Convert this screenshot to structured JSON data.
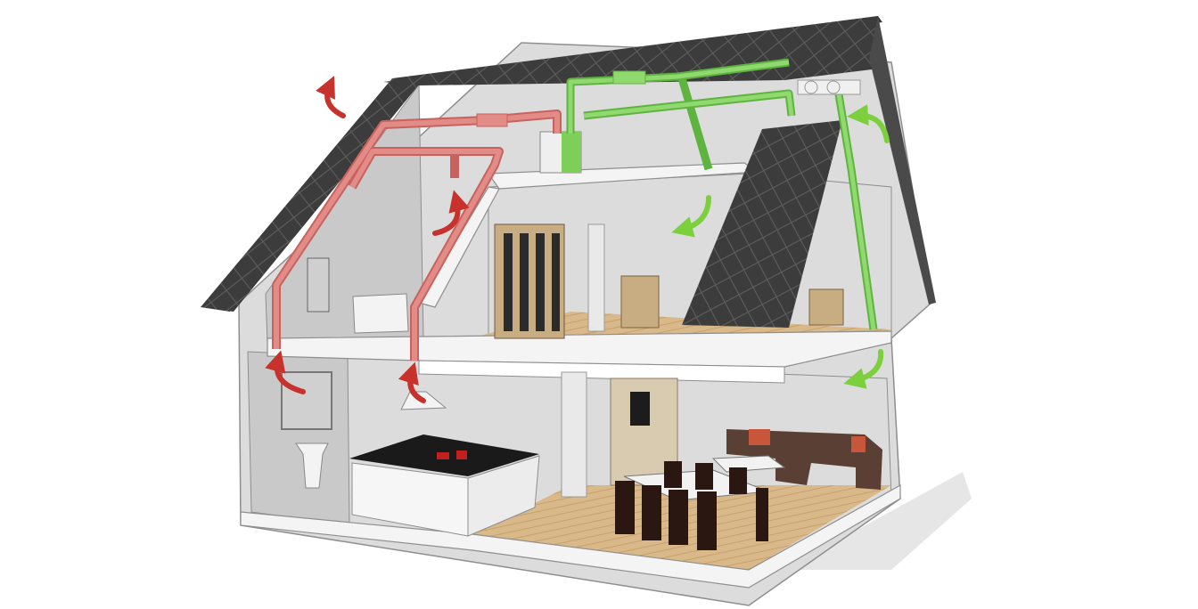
{
  "diagram": {
    "subject": "house-cutaway-mechanical-ventilation-heat-recovery",
    "colors": {
      "background": "#ffffff",
      "wall": "#dcdcdc",
      "wall_shade": "#c9c9c9",
      "wall_edge": "#8e8e8e",
      "slab": "#f4f4f4",
      "roof_tile": "#3c3c3c",
      "roof_tile_edge": "#5d5d5d",
      "floor_wood": "#d9b98a",
      "floor_wood_dark": "#c7a06c",
      "extract_duct": "#e38b86",
      "extract_duct_dark": "#c7625e",
      "extract_arrow": "#c7322c",
      "supply_duct": "#8fd96f",
      "supply_duct_dark": "#5fb43f",
      "supply_arrow": "#7ccf3d",
      "kitchen_counter": "#1a1a1a",
      "accent_red": "#c21f1f",
      "sofa": "#5a4034",
      "cushion": "#c8563a",
      "furniture_dark": "#2a1712",
      "shelf_wood": "#c8ad82"
    },
    "legend_colors": {
      "extract_air": "extract_arrow",
      "fresh_air": "supply_arrow"
    }
  }
}
